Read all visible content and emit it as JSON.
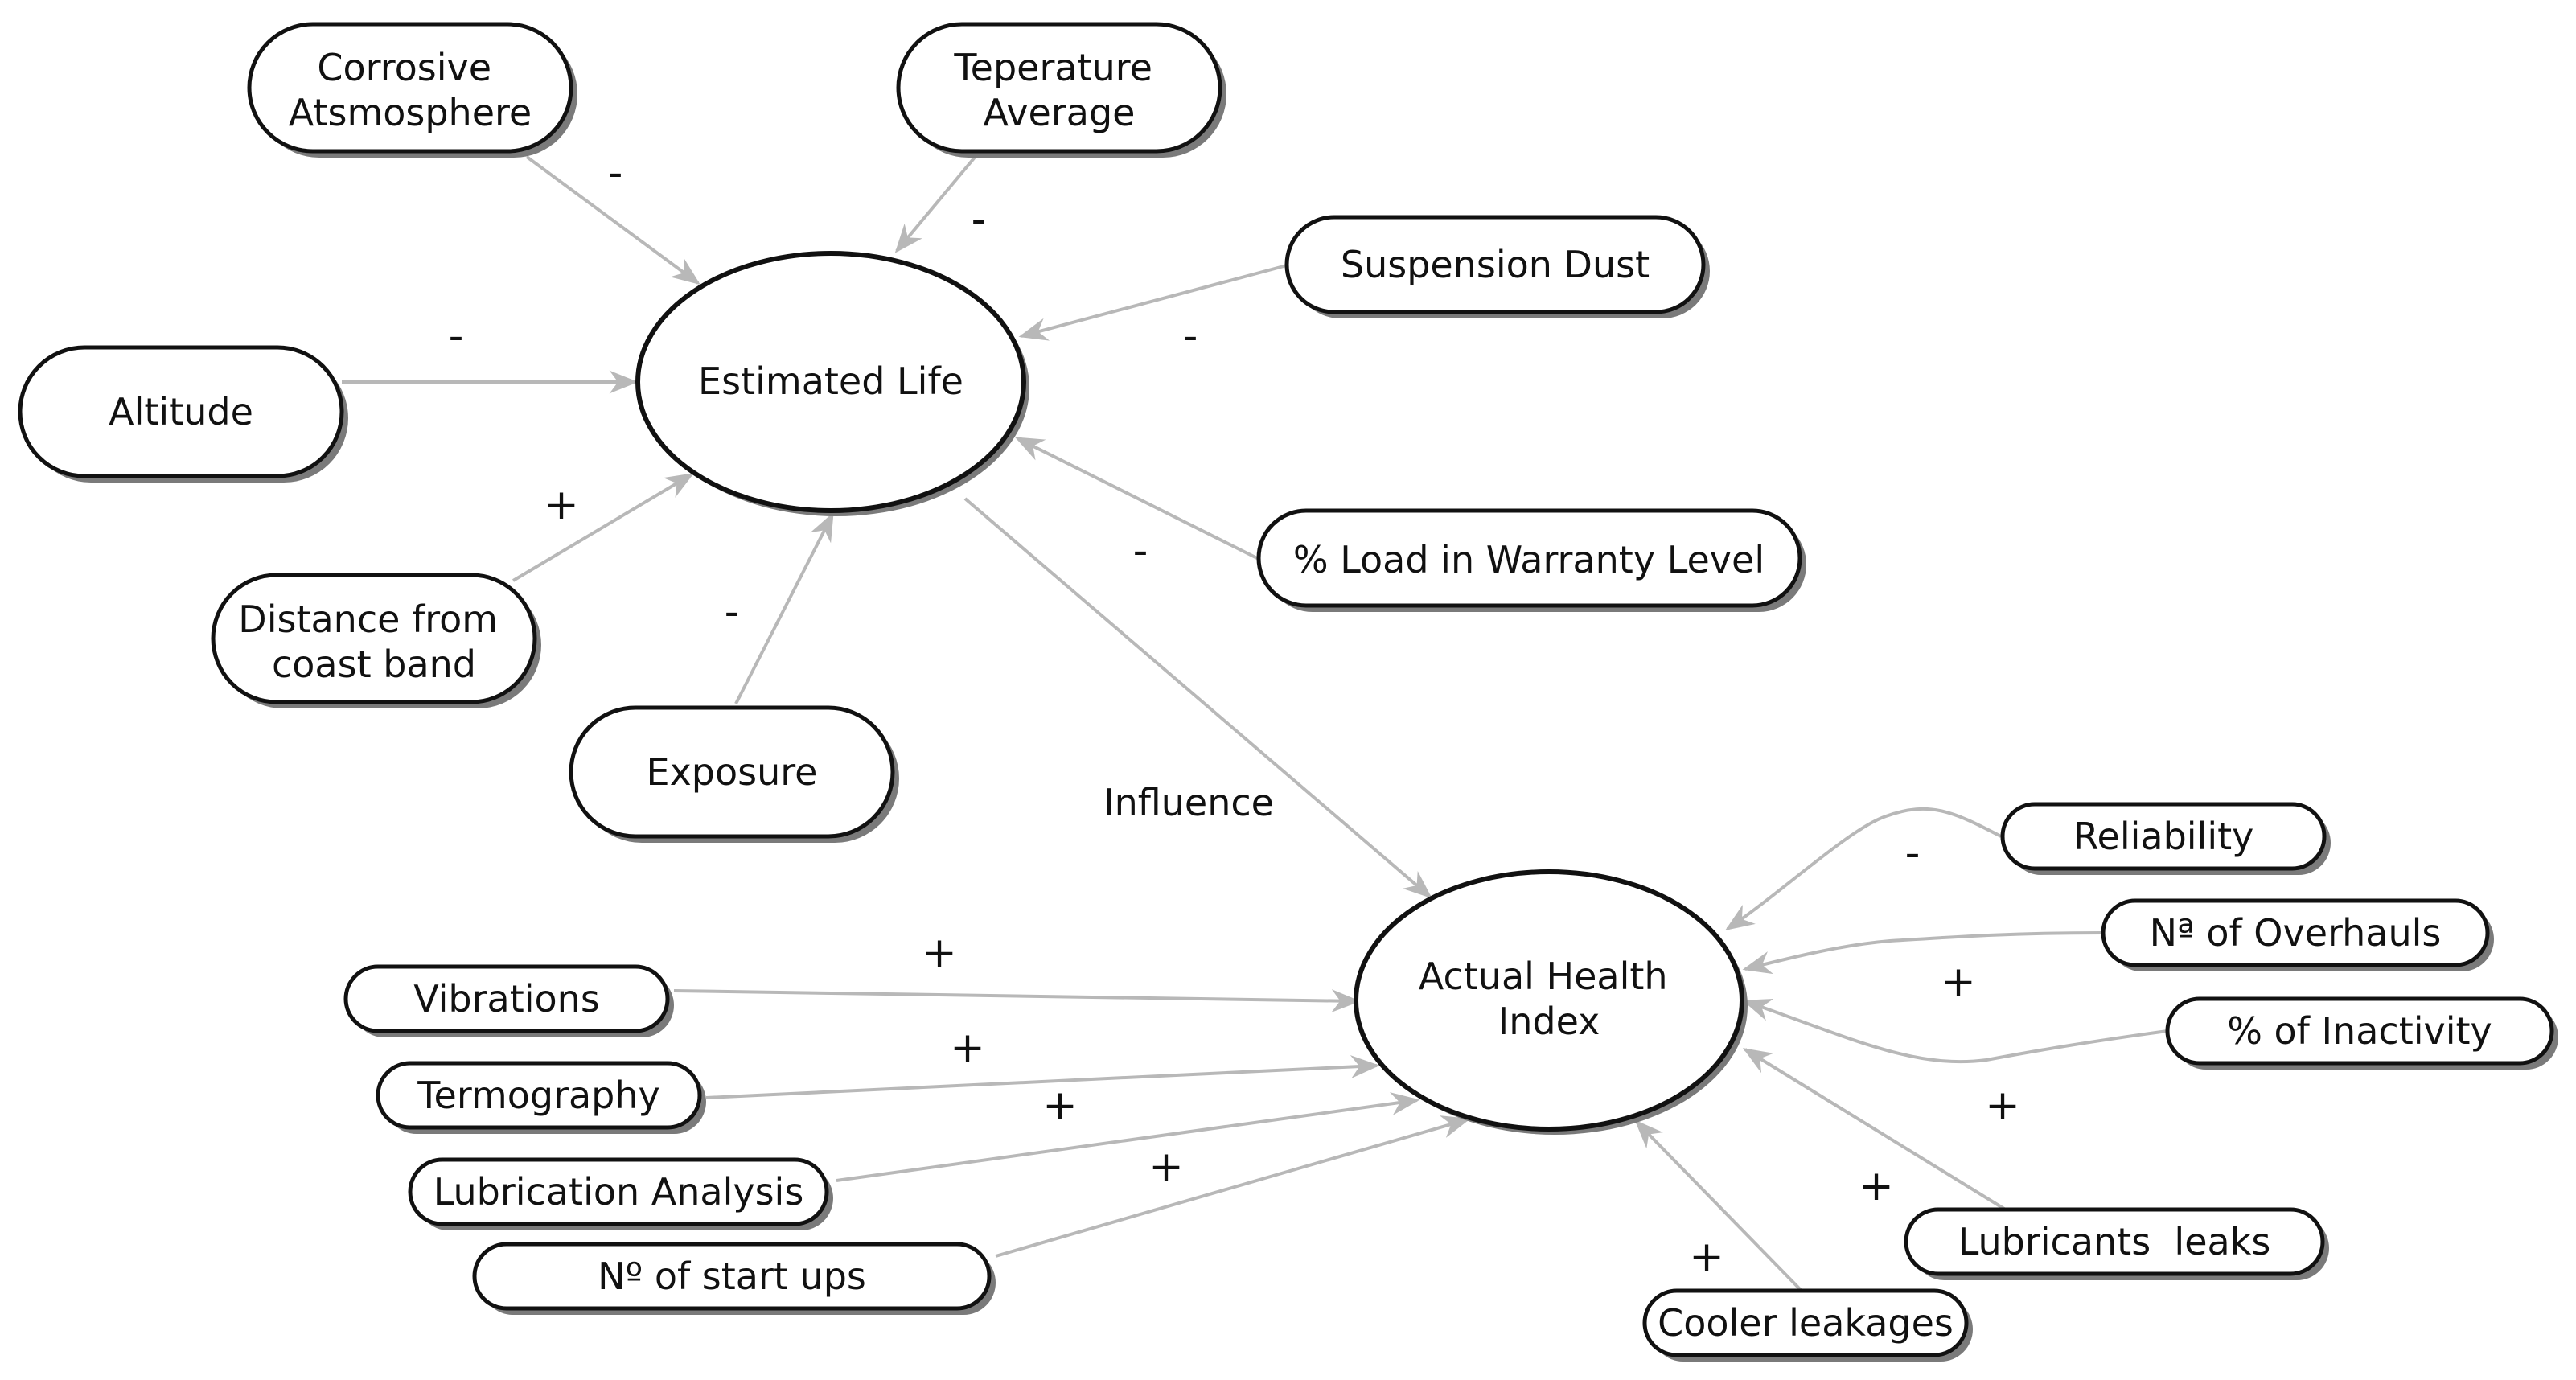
{
  "diagram": {
    "central_nodes": {
      "estimated_life": "Estimated Life",
      "actual_health_index": [
        "Actual Health",
        "Index"
      ]
    },
    "life_factors": {
      "corrosive_atmosphere": [
        "Corrosive",
        "Atsmosphere"
      ],
      "temperature_average": [
        "Teperature",
        "Average"
      ],
      "suspension_dust": "Suspension Dust",
      "altitude": "Altitude",
      "load_in_warranty_level": "% Load in Warranty Level",
      "distance_from_coast_band": [
        "Distance from",
        "coast band"
      ],
      "exposure": "Exposure"
    },
    "health_factors": {
      "reliability": "Reliability",
      "number_of_overhauls": "Nª of Overhauls",
      "percent_inactivity": "% of Inactivity",
      "lubricants_leaks": "Lubricants  leaks",
      "cooler_leakages": "Cooler leakages",
      "vibrations": "Vibrations",
      "termography": "Termography",
      "lubrication_analysis": "Lubrication Analysis",
      "number_of_start_ups": "Nº of start ups"
    },
    "link_label": "Influence",
    "signs": {
      "corrosive": "-",
      "temperature": "-",
      "suspension": "-",
      "altitude": "-",
      "load": "-",
      "distance": "+",
      "exposure": "-",
      "reliability": "-",
      "overhauls": "+",
      "inactivity": "+",
      "lubricants": "+",
      "cooler": "+",
      "vibrations": "+",
      "termography": "+",
      "lubrication": "+",
      "startups": "+"
    },
    "colors": {
      "node_stroke": "#111111",
      "node_fill": "#ffffff",
      "arrow": "#b8b8b8",
      "shadow": "#7a7a7a"
    }
  }
}
